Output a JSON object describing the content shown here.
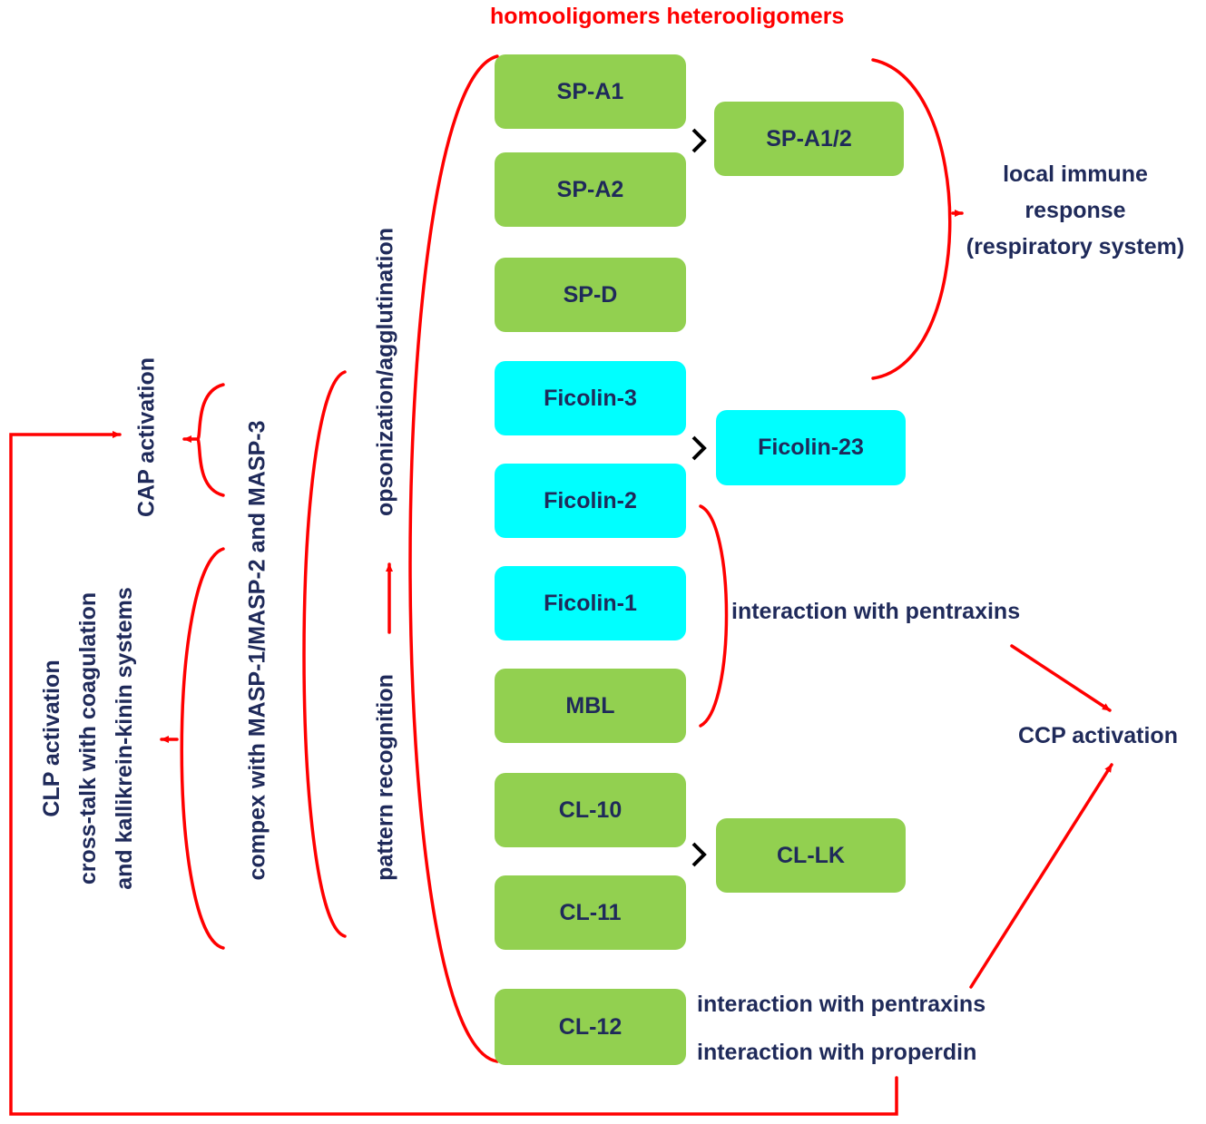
{
  "header": "homooligomers heterooligomers",
  "homooligomers": [
    {
      "id": "sp-a1",
      "label": "SP-A1",
      "color": "green"
    },
    {
      "id": "sp-a2",
      "label": "SP-A2",
      "color": "green"
    },
    {
      "id": "sp-d",
      "label": "SP-D",
      "color": "green"
    },
    {
      "id": "ficolin-3",
      "label": "Ficolin-3",
      "color": "cyan"
    },
    {
      "id": "ficolin-2",
      "label": "Ficolin-2",
      "color": "cyan"
    },
    {
      "id": "ficolin-1",
      "label": "Ficolin-1",
      "color": "cyan"
    },
    {
      "id": "mbl",
      "label": "MBL",
      "color": "green"
    },
    {
      "id": "cl-10",
      "label": "CL-10",
      "color": "green"
    },
    {
      "id": "cl-11",
      "label": "CL-11",
      "color": "green"
    },
    {
      "id": "cl-12",
      "label": "CL-12",
      "color": "green"
    }
  ],
  "heterooligomers": [
    {
      "id": "sp-a1-2",
      "label": "SP-A1/2"
    },
    {
      "id": "ficolin-23",
      "label": "Ficolin-23"
    },
    {
      "id": "cl-lk",
      "label": "CL-LK"
    }
  ],
  "labels": {
    "local_immune": [
      "local immune",
      "response",
      "(respiratory system)"
    ],
    "interaction_pentraxins": "interaction with pentraxins",
    "ccp_activation": "CCP activation",
    "cl12_pentraxins": "interaction with pentraxins",
    "cl12_properdin": "interaction with properdin",
    "opsonization": "opsonization/agglutination",
    "pattern_recognition": "pattern recognition",
    "complex_masp": "compex with MASP-1/MASP-2 and MASP-3",
    "cap_activation": "CAP activation",
    "clp_activation": [
      "CLP activation",
      "cross-talk with coagulation",
      "and kallikrein-kinin systems"
    ]
  },
  "colors": {
    "green_box": "#92d050",
    "cyan_box": "#00ffff",
    "text": "#1f2a5a",
    "red": "#ff0000"
  }
}
